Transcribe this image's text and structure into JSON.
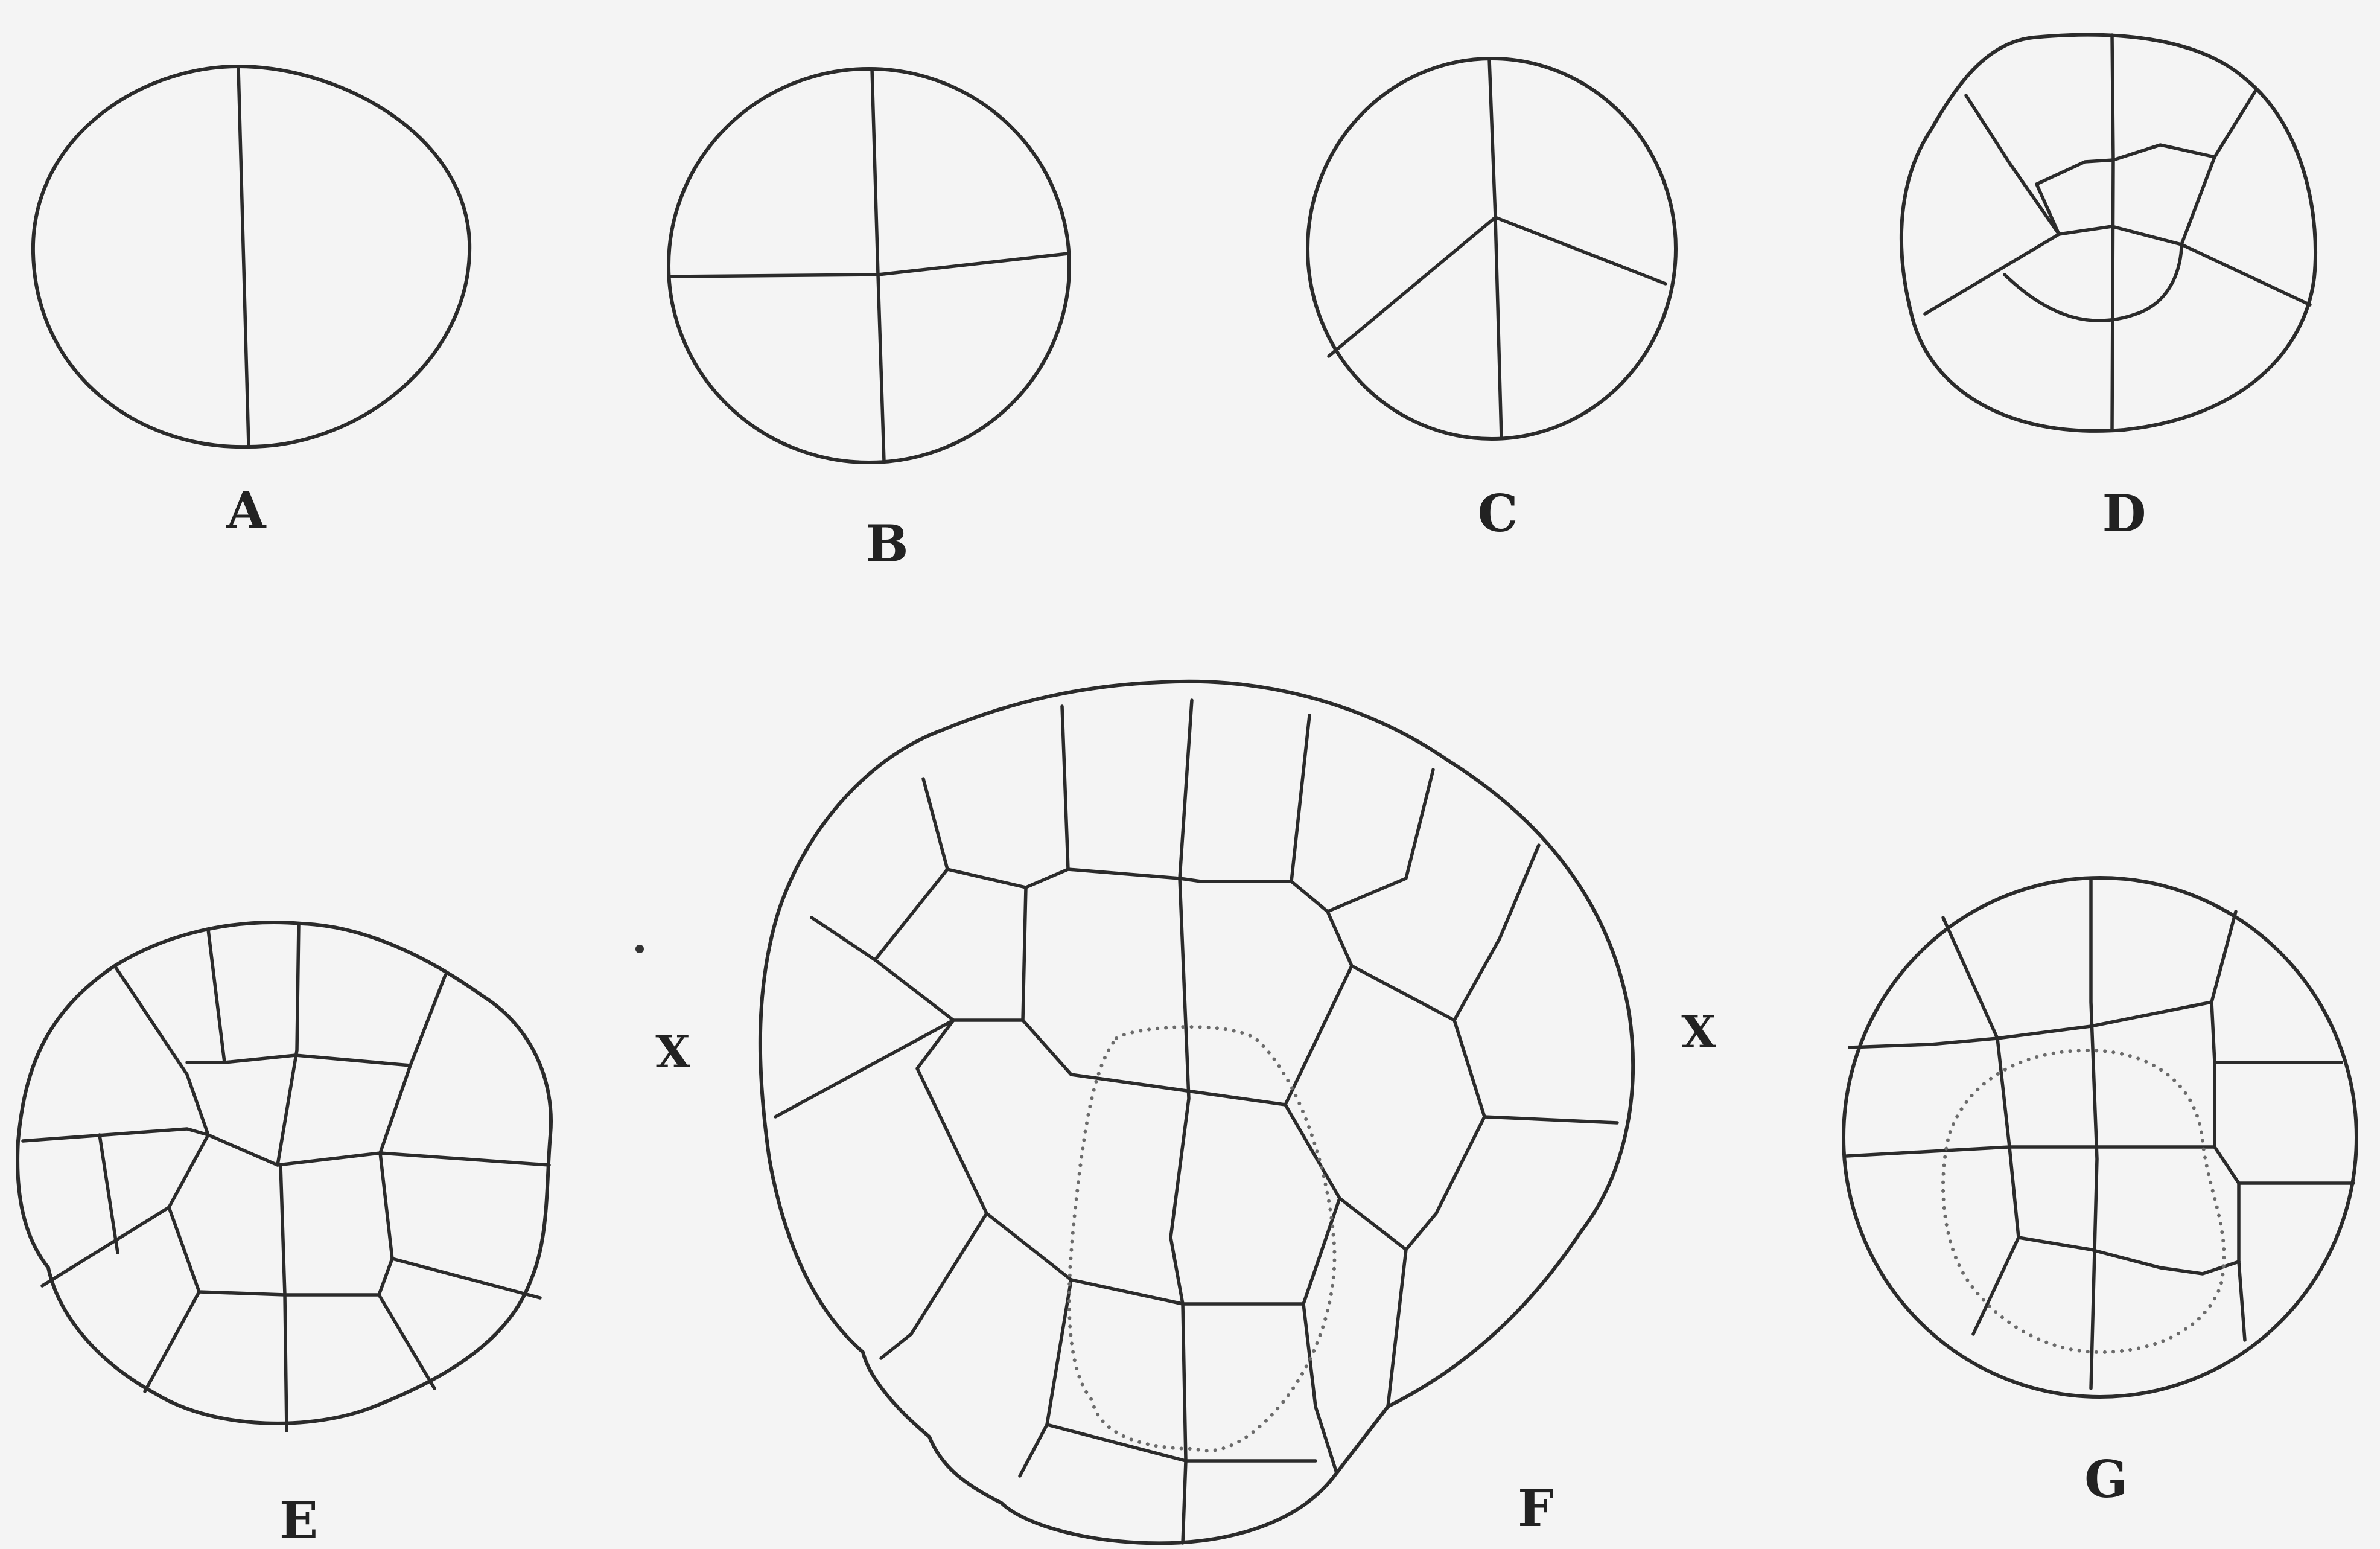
{
  "figure": {
    "panels": [
      {
        "id": "A",
        "label": "A"
      },
      {
        "id": "B",
        "label": "B"
      },
      {
        "id": "C",
        "label": "C"
      },
      {
        "id": "D",
        "label": "D"
      },
      {
        "id": "E",
        "label": "E"
      },
      {
        "id": "F",
        "label": "F"
      },
      {
        "id": "G",
        "label": "G"
      }
    ],
    "axis_marks": {
      "left": "X",
      "right": "X"
    }
  }
}
